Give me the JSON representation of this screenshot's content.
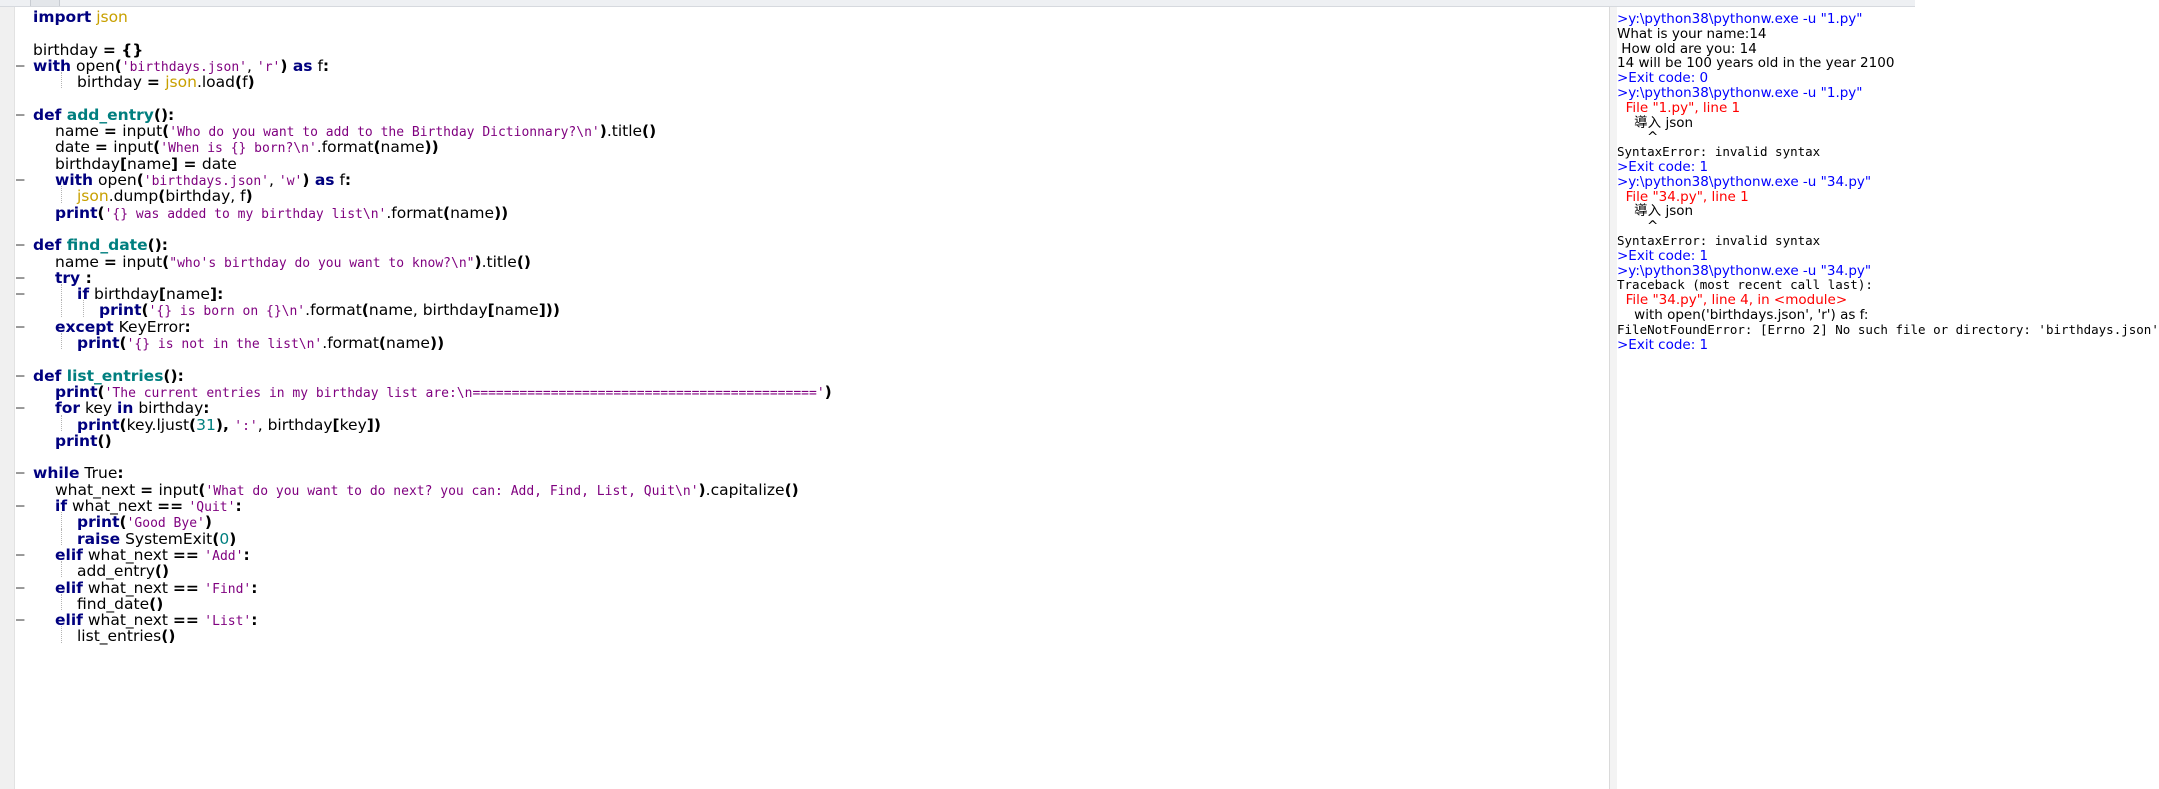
{
  "editor": {
    "language": "python",
    "lines": [
      {
        "fold": false,
        "indent": 0,
        "t": [
          [
            "kw",
            "import"
          ],
          [
            "",
            ""
          ],
          [
            "mod",
            " json"
          ]
        ]
      },
      {
        "fold": false,
        "indent": 0,
        "t": []
      },
      {
        "fold": false,
        "indent": 0,
        "t": [
          [
            "",
            "birthday "
          ],
          [
            "op",
            "= {}"
          ]
        ]
      },
      {
        "fold": true,
        "indent": 0,
        "t": [
          [
            "kw",
            "with"
          ],
          [
            "",
            " open"
          ],
          [
            "op",
            "("
          ],
          [
            "str",
            "'birthdays.json'"
          ],
          [
            "",
            ", "
          ],
          [
            "str",
            "'r'"
          ],
          [
            "op",
            ") "
          ],
          [
            "kw",
            "as"
          ],
          [
            "",
            " f"
          ],
          [
            "op",
            ":"
          ]
        ]
      },
      {
        "fold": false,
        "indent": 2,
        "t": [
          [
            "",
            "birthday "
          ],
          [
            "op",
            "= "
          ],
          [
            "mod",
            "json"
          ],
          [
            "",
            ".load"
          ],
          [
            "op",
            "("
          ],
          [
            "",
            "f"
          ],
          [
            "op",
            ")"
          ]
        ]
      },
      {
        "fold": false,
        "indent": 0,
        "t": []
      },
      {
        "fold": true,
        "indent": 0,
        "t": [
          [
            "kw",
            "def"
          ],
          [
            "def",
            " add_entry"
          ],
          [
            "op",
            "():"
          ]
        ]
      },
      {
        "fold": false,
        "indent": 1,
        "t": [
          [
            "",
            "name "
          ],
          [
            "op",
            "= "
          ],
          [
            "",
            "input"
          ],
          [
            "op",
            "("
          ],
          [
            "str",
            "'Who do you want to add to the Birthday Dictionnary?\\n'"
          ],
          [
            "op",
            ")"
          ],
          [
            "",
            ".title"
          ],
          [
            "op",
            "()"
          ]
        ]
      },
      {
        "fold": false,
        "indent": 1,
        "t": [
          [
            "",
            "date "
          ],
          [
            "op",
            "= "
          ],
          [
            "",
            "input"
          ],
          [
            "op",
            "("
          ],
          [
            "str",
            "'When is {} born?\\n'"
          ],
          [
            "",
            ".format"
          ],
          [
            "op",
            "("
          ],
          [
            "",
            "name"
          ],
          [
            "op",
            "))"
          ]
        ]
      },
      {
        "fold": false,
        "indent": 1,
        "t": [
          [
            "",
            "birthday"
          ],
          [
            "op",
            "["
          ],
          [
            "",
            "name"
          ],
          [
            "op",
            "] = "
          ],
          [
            "",
            "date"
          ]
        ]
      },
      {
        "fold": true,
        "indent": 1,
        "t": [
          [
            "kw",
            "with"
          ],
          [
            "",
            " open"
          ],
          [
            "op",
            "("
          ],
          [
            "str",
            "'birthdays.json'"
          ],
          [
            "",
            ", "
          ],
          [
            "str",
            "'w'"
          ],
          [
            "op",
            ") "
          ],
          [
            "kw",
            "as"
          ],
          [
            "",
            " f"
          ],
          [
            "op",
            ":"
          ]
        ]
      },
      {
        "fold": false,
        "indent": 2,
        "t": [
          [
            "mod",
            "json"
          ],
          [
            "",
            ".dump"
          ],
          [
            "op",
            "("
          ],
          [
            "",
            "birthday, f"
          ],
          [
            "op",
            ")"
          ]
        ]
      },
      {
        "fold": false,
        "indent": 1,
        "t": [
          [
            "kw",
            "print"
          ],
          [
            "op",
            "("
          ],
          [
            "str",
            "'{} was added to my birthday list\\n'"
          ],
          [
            "",
            ".format"
          ],
          [
            "op",
            "("
          ],
          [
            "",
            "name"
          ],
          [
            "op",
            "))"
          ]
        ]
      },
      {
        "fold": false,
        "indent": 0,
        "t": []
      },
      {
        "fold": true,
        "indent": 0,
        "t": [
          [
            "kw",
            "def"
          ],
          [
            "def",
            " find_date"
          ],
          [
            "op",
            "():"
          ]
        ]
      },
      {
        "fold": false,
        "indent": 1,
        "t": [
          [
            "",
            "name "
          ],
          [
            "op",
            "= "
          ],
          [
            "",
            "input"
          ],
          [
            "op",
            "("
          ],
          [
            "str",
            "\"who's birthday do you want to know?\\n\""
          ],
          [
            "op",
            ")"
          ],
          [
            "",
            ".title"
          ],
          [
            "op",
            "()"
          ]
        ]
      },
      {
        "fold": true,
        "indent": 1,
        "t": [
          [
            "kw",
            "try"
          ],
          [
            "op",
            " :"
          ]
        ]
      },
      {
        "fold": true,
        "indent": 2,
        "t": [
          [
            "kw",
            "if"
          ],
          [
            "",
            " birthday"
          ],
          [
            "op",
            "["
          ],
          [
            "",
            "name"
          ],
          [
            "op",
            "]:"
          ]
        ]
      },
      {
        "fold": false,
        "indent": 3,
        "t": [
          [
            "kw",
            "print"
          ],
          [
            "op",
            "("
          ],
          [
            "str",
            "'{} is born on {}\\n'"
          ],
          [
            "",
            ".format"
          ],
          [
            "op",
            "("
          ],
          [
            "",
            "name, birthday"
          ],
          [
            "op",
            "["
          ],
          [
            "",
            "name"
          ],
          [
            "op",
            "]))"
          ]
        ]
      },
      {
        "fold": true,
        "indent": 1,
        "t": [
          [
            "kw",
            "except"
          ],
          [
            "",
            " KeyError"
          ],
          [
            "op",
            ":"
          ]
        ]
      },
      {
        "fold": false,
        "indent": 2,
        "t": [
          [
            "kw",
            "print"
          ],
          [
            "op",
            "("
          ],
          [
            "str",
            "'{} is not in the list\\n'"
          ],
          [
            "",
            ".format"
          ],
          [
            "op",
            "("
          ],
          [
            "",
            "name"
          ],
          [
            "op",
            "))"
          ]
        ]
      },
      {
        "fold": false,
        "indent": 0,
        "t": []
      },
      {
        "fold": true,
        "indent": 0,
        "t": [
          [
            "kw",
            "def"
          ],
          [
            "def",
            " list_entries"
          ],
          [
            "op",
            "():"
          ]
        ]
      },
      {
        "fold": false,
        "indent": 1,
        "t": [
          [
            "kw",
            "print"
          ],
          [
            "op",
            "("
          ],
          [
            "str",
            "'The current entries in my birthday list are:\\n============================================'"
          ],
          [
            "op",
            ")"
          ]
        ]
      },
      {
        "fold": true,
        "indent": 1,
        "t": [
          [
            "kw",
            "for"
          ],
          [
            "",
            " key "
          ],
          [
            "kw",
            "in"
          ],
          [
            "",
            " birthday"
          ],
          [
            "op",
            ":"
          ]
        ]
      },
      {
        "fold": false,
        "indent": 2,
        "t": [
          [
            "kw",
            "print"
          ],
          [
            "op",
            "("
          ],
          [
            "",
            "key.ljust"
          ],
          [
            "op",
            "("
          ],
          [
            "num",
            "31"
          ],
          [
            "op",
            "), "
          ],
          [
            "str",
            "':'"
          ],
          [
            "",
            ", birthday"
          ],
          [
            "op",
            "["
          ],
          [
            "",
            "key"
          ],
          [
            "op",
            "])"
          ]
        ]
      },
      {
        "fold": false,
        "indent": 1,
        "t": [
          [
            "kw",
            "print"
          ],
          [
            "op",
            "()"
          ]
        ]
      },
      {
        "fold": false,
        "indent": 0,
        "t": []
      },
      {
        "fold": true,
        "indent": 0,
        "t": [
          [
            "kw",
            "while"
          ],
          [
            "",
            " True"
          ],
          [
            "op",
            ":"
          ]
        ]
      },
      {
        "fold": false,
        "indent": 1,
        "t": [
          [
            "",
            "what_next "
          ],
          [
            "op",
            "= "
          ],
          [
            "",
            "input"
          ],
          [
            "op",
            "("
          ],
          [
            "str",
            "'What do you want to do next? you can: Add, Find, List, Quit\\n'"
          ],
          [
            "op",
            ")"
          ],
          [
            "",
            ".capitalize"
          ],
          [
            "op",
            "()"
          ]
        ]
      },
      {
        "fold": true,
        "indent": 1,
        "t": [
          [
            "kw",
            "if"
          ],
          [
            "",
            " what_next "
          ],
          [
            "op",
            "== "
          ],
          [
            "str",
            "'Quit'"
          ],
          [
            "op",
            ":"
          ]
        ]
      },
      {
        "fold": false,
        "indent": 2,
        "t": [
          [
            "kw",
            "print"
          ],
          [
            "op",
            "("
          ],
          [
            "str",
            "'Good Bye'"
          ],
          [
            "op",
            ")"
          ]
        ]
      },
      {
        "fold": false,
        "indent": 2,
        "t": [
          [
            "kw",
            "raise"
          ],
          [
            "",
            " SystemExit"
          ],
          [
            "op",
            "("
          ],
          [
            "num",
            "0"
          ],
          [
            "op",
            ")"
          ]
        ]
      },
      {
        "fold": true,
        "indent": 1,
        "t": [
          [
            "kw",
            "elif"
          ],
          [
            "",
            " what_next "
          ],
          [
            "op",
            "== "
          ],
          [
            "str",
            "'Add'"
          ],
          [
            "op",
            ":"
          ]
        ]
      },
      {
        "fold": false,
        "indent": 2,
        "t": [
          [
            "",
            "add_entry"
          ],
          [
            "op",
            "()"
          ]
        ]
      },
      {
        "fold": true,
        "indent": 1,
        "t": [
          [
            "kw",
            "elif"
          ],
          [
            "",
            " what_next "
          ],
          [
            "op",
            "== "
          ],
          [
            "str",
            "'Find'"
          ],
          [
            "op",
            ":"
          ]
        ]
      },
      {
        "fold": false,
        "indent": 2,
        "t": [
          [
            "",
            "find_date"
          ],
          [
            "op",
            "()"
          ]
        ]
      },
      {
        "fold": true,
        "indent": 1,
        "t": [
          [
            "kw",
            "elif"
          ],
          [
            "",
            " what_next "
          ],
          [
            "op",
            "== "
          ],
          [
            "str",
            "'List'"
          ],
          [
            "op",
            ":"
          ]
        ]
      },
      {
        "fold": false,
        "indent": 2,
        "t": [
          [
            "",
            "list_entries"
          ],
          [
            "op",
            "()"
          ]
        ]
      }
    ]
  },
  "output": {
    "lines": [
      {
        "k": "cmd",
        "text": ">y:\\python38\\pythonw.exe -u \"1.py\""
      },
      {
        "k": "",
        "text": "What is your name:14"
      },
      {
        "k": "",
        "text": " How old are you: 14"
      },
      {
        "k": "",
        "text": "14 will be 100 years old in the year 2100"
      },
      {
        "k": "exit",
        "text": ">Exit code: 0"
      },
      {
        "k": "cmd",
        "text": ">y:\\python38\\pythonw.exe -u \"1.py\""
      },
      {
        "k": "err",
        "text": "  File \"1.py\", line 1"
      },
      {
        "k": "",
        "text": "    導入 json"
      },
      {
        "k": "",
        "text": "       ^"
      },
      {
        "k": "mono",
        "text": "SyntaxError: invalid syntax"
      },
      {
        "k": "exit",
        "text": ">Exit code: 1"
      },
      {
        "k": "cmd",
        "text": ">y:\\python38\\pythonw.exe -u \"34.py\""
      },
      {
        "k": "err",
        "text": "  File \"34.py\", line 1"
      },
      {
        "k": "",
        "text": "    導入 json"
      },
      {
        "k": "",
        "text": "       ^"
      },
      {
        "k": "mono",
        "text": "SyntaxError: invalid syntax"
      },
      {
        "k": "exit",
        "text": ">Exit code: 1"
      },
      {
        "k": "cmd",
        "text": ">y:\\python38\\pythonw.exe -u \"34.py\""
      },
      {
        "k": "mono",
        "text": "Traceback (most recent call last):"
      },
      {
        "k": "err",
        "text": "  File \"34.py\", line 4, in <module>"
      },
      {
        "k": "",
        "text": "    with open('birthdays.json', 'r') as f:"
      },
      {
        "k": "mono",
        "text": "FileNotFoundError: [Errno 2] No such file or directory: 'birthdays.json'"
      },
      {
        "k": "exit",
        "text": ">Exit code: 1"
      }
    ]
  }
}
